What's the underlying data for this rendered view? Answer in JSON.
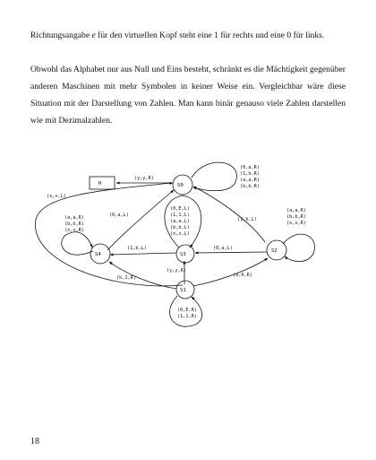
{
  "paragraphs": {
    "p1": {
      "part1": "Richtungsangabe ",
      "var": "e",
      "part2": " für den virtuellen Kopf steht eine 1 für rechts und eine 0 für links."
    },
    "p2": "Obwohl das Alphabet nur aus Null und Eins besteht, schränkt es die Mächtigkeit gegenüber anderen Maschinen mit mehr Symbolen in keiner Weise ein. Vergleichbar wäre diese Situation mit der Darstellung von Zahlen. Man kann binär genauso viele Zahlen darstellen wie mit Dezimalzahlen."
  },
  "diagram": {
    "states": {
      "H": "H",
      "S0": "S0",
      "S1": "S1",
      "S2": "S2",
      "S3": "S3",
      "S4": "S4"
    },
    "labels": {
      "s0_to_h": "(y,y,R)",
      "s0_self": [
        "(0,a,R)",
        "(1,b,R)",
        "(a,a,R)",
        "(b,b,R)"
      ],
      "x_x_l": "(x,x,L)",
      "s4_self": [
        "(a,a,R)",
        "(b,b,R)",
        "(x,x,R)"
      ],
      "s4_to_s0": "(0,a,L)",
      "s3_self": [
        "(0,E,L)",
        "(1,1,L)",
        "(a,a,L)",
        "(b,b,L)",
        "(x,x,L)"
      ],
      "s2_to_s0": "(1,b,L)",
      "s2_self": [
        "(a,a,R)",
        "(b,b,R)",
        "(x,x,R)"
      ],
      "s3_to_s4": "(1,b,L)",
      "s2_to_s3": "(0,a,L)",
      "s1_to_s3": "(y,y,R)",
      "s1_to_s4": "(b,1,R)",
      "s1_to_s2": "(a,0,R)",
      "s1_self": [
        "(0,E,R)",
        "(1,1,R)"
      ]
    }
  },
  "page_number": "18"
}
